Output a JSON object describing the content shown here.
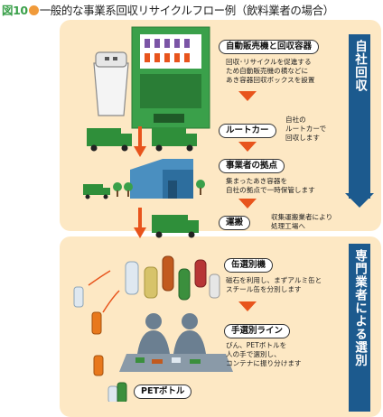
{
  "title": {
    "fig": "図10",
    "text": "一般的な事業系回収リサイクルフロー例（飲料業者の場合）"
  },
  "steps": {
    "vending": {
      "label": "自動販売機と回収容器",
      "desc": "回収･リサイクルを促進する\nため自動販売機の横などに\nあき容器回収ボックスを設置"
    },
    "route": {
      "label": "ルートカー",
      "desc": "自社の\nルートカーで\n回収します"
    },
    "base": {
      "label": "事業者の拠点",
      "desc": "集まったあき容器を\n自社の拠点で一時保管します"
    },
    "transport": {
      "label": "運搬",
      "desc": "収集運搬業者により\n処理工場へ"
    },
    "can_sort": {
      "label": "缶選別機",
      "desc": "磁石を利用し、まずアルミ缶と\nスチール缶を分別します"
    },
    "manual_sort": {
      "label": "手選別ライン",
      "desc": "びん、PETボトルを\n人の手で選別し、\nコンテナに振り分けます"
    },
    "pet": {
      "label": "PETボトル"
    }
  },
  "sidebar": {
    "top": "自社回収",
    "bottom": "専門業者による選別"
  },
  "colors": {
    "panel": "#fde8c4",
    "arrow": "#e8541c",
    "sidebar": "#1c5a8e",
    "machine": "#3aa04a",
    "truck": "#2f8f3a",
    "dot": "#f09a3a"
  }
}
